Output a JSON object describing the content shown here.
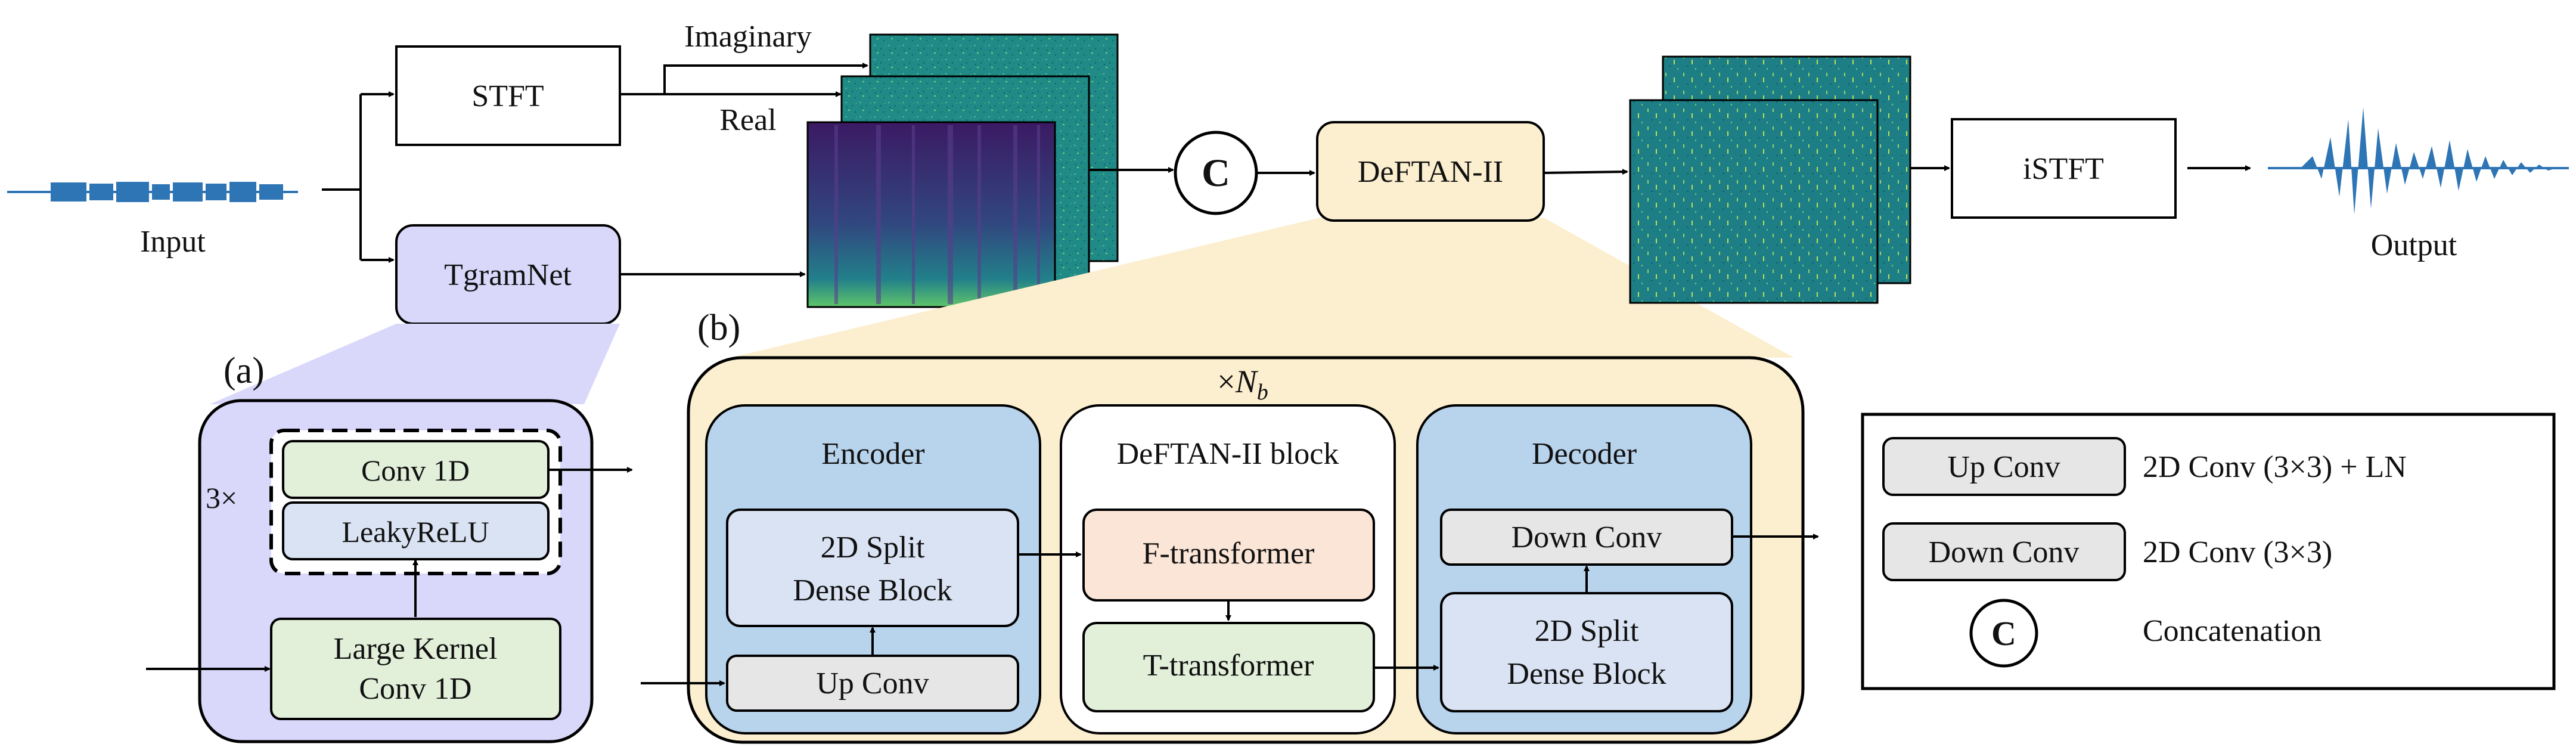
{
  "top": {
    "input_label": "Input",
    "output_label": "Output",
    "stft": "STFT",
    "imaginary": "Imaginary",
    "real": "Real",
    "tgramnet": "TgramNet",
    "concat_symbol": "C",
    "deftan": "DeFTAN-II",
    "istft": "iSTFT"
  },
  "panel_a": {
    "tag": "(a)",
    "repeat": "3×",
    "conv1d": "Conv 1D",
    "leakyrelu": "LeakyReLU",
    "large_kernel_line1": "Large Kernel",
    "large_kernel_line2": "Conv 1D"
  },
  "panel_b": {
    "tag": "(b)",
    "repeat": "×",
    "repeat_var": "N",
    "repeat_sub": "b",
    "encoder": {
      "title": "Encoder",
      "block_line1": "2D Split",
      "block_line2": "Dense Block",
      "upconv": "Up Conv"
    },
    "deftan_block": {
      "title": "DeFTAN-II block",
      "f_transformer": "F-transformer",
      "t_transformer": "T-transformer"
    },
    "decoder": {
      "title": "Decoder",
      "downconv": "Down Conv",
      "block_line1": "2D Split",
      "block_line2": "Dense Block"
    }
  },
  "legend": {
    "upconv_box": "Up Conv",
    "upconv_desc": "2D Conv (3×3) + LN",
    "downconv_box": "Down Conv",
    "downconv_desc": "2D Conv (3×3)",
    "concat_symbol": "C",
    "concat_desc": "Concatenation"
  },
  "colors": {
    "purple_bg": "#d9d8fb",
    "yellow_bg": "#fcefcf",
    "blue_bg": "#b8d3ec",
    "green_box": "#e2efd9",
    "light_blue_box": "#dae3f3",
    "gray_box": "#e6e6e6",
    "orange_box": "#fbe5d6",
    "waveform": "#2e75b6",
    "spectrogram_teal": "#1f8a86",
    "spectrogram_dark": "#3b1a63"
  }
}
